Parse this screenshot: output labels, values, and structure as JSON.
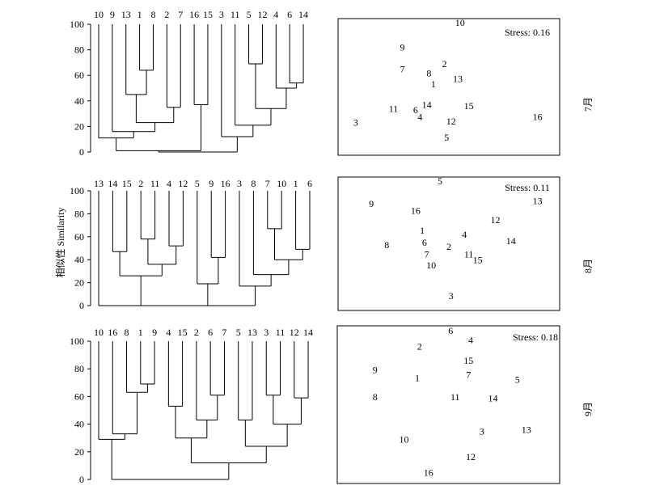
{
  "shared_ylabel": "相似性 Similarity",
  "chart_data": [
    {
      "type": "dendrogram",
      "month": "7月",
      "ylim": [
        0,
        100
      ],
      "yticks": [
        "0",
        "20",
        "40",
        "60",
        "80",
        "100"
      ],
      "leaves": [
        "10",
        "9",
        "13",
        "1",
        "8",
        "2",
        "7",
        "16",
        "15",
        "3",
        "11",
        "5",
        "12",
        "4",
        "6",
        "14"
      ],
      "merges": [
        {
          "left": "l:3",
          "right": "l:4",
          "height": 64
        },
        {
          "left": "l:2",
          "right": "n:0",
          "height": 45
        },
        {
          "left": "l:5",
          "right": "l:6",
          "height": 35
        },
        {
          "left": "n:1",
          "right": "n:2",
          "height": 23
        },
        {
          "left": "l:1",
          "right": "n:3",
          "height": 16
        },
        {
          "left": "l:0",
          "right": "n:4",
          "height": 11
        },
        {
          "left": "l:7",
          "right": "l:8",
          "height": 37
        },
        {
          "left": "l:14",
          "right": "l:15",
          "height": 54
        },
        {
          "left": "l:13",
          "right": "n:7",
          "height": 50
        },
        {
          "left": "l:11",
          "right": "l:12",
          "height": 69
        },
        {
          "left": "n:9",
          "right": "n:8",
          "height": 34
        },
        {
          "left": "l:10",
          "right": "n:10",
          "height": 21
        },
        {
          "left": "l:9",
          "right": "n:11",
          "height": 12
        },
        {
          "left": "n:5",
          "right": "n:6",
          "height": 1
        },
        {
          "left": "n:13",
          "right": "n:12",
          "height": 0
        }
      ]
    },
    {
      "type": "scatter",
      "month": "7月",
      "stress": "Stress: 0.16",
      "points": [
        {
          "label": "10",
          "x": 0.55,
          "y": 0.03
        },
        {
          "label": "9",
          "x": 0.29,
          "y": 0.21
        },
        {
          "label": "7",
          "x": 0.29,
          "y": 0.37
        },
        {
          "label": "2",
          "x": 0.48,
          "y": 0.33
        },
        {
          "label": "8",
          "x": 0.41,
          "y": 0.4
        },
        {
          "label": "13",
          "x": 0.54,
          "y": 0.44
        },
        {
          "label": "1",
          "x": 0.43,
          "y": 0.48
        },
        {
          "label": "15",
          "x": 0.59,
          "y": 0.64
        },
        {
          "label": "14",
          "x": 0.4,
          "y": 0.63
        },
        {
          "label": "11",
          "x": 0.25,
          "y": 0.66
        },
        {
          "label": "6",
          "x": 0.35,
          "y": 0.67
        },
        {
          "label": "4",
          "x": 0.37,
          "y": 0.72
        },
        {
          "label": "12",
          "x": 0.51,
          "y": 0.75
        },
        {
          "label": "16",
          "x": 0.9,
          "y": 0.72
        },
        {
          "label": "3",
          "x": 0.08,
          "y": 0.76
        },
        {
          "label": "5",
          "x": 0.49,
          "y": 0.87
        }
      ]
    },
    {
      "type": "dendrogram",
      "month": "8月",
      "ylim": [
        0,
        100
      ],
      "yticks": [
        "0",
        "20",
        "40",
        "60",
        "80",
        "100"
      ],
      "leaves": [
        "13",
        "14",
        "15",
        "2",
        "11",
        "4",
        "12",
        "5",
        "9",
        "16",
        "3",
        "8",
        "7",
        "10",
        "1",
        "6"
      ],
      "merges": [
        {
          "left": "l:1",
          "right": "l:2",
          "height": 47
        },
        {
          "left": "l:3",
          "right": "l:4",
          "height": 58
        },
        {
          "left": "l:5",
          "right": "l:6",
          "height": 52
        },
        {
          "left": "n:1",
          "right": "n:2",
          "height": 36
        },
        {
          "left": "n:0",
          "right": "n:3",
          "height": 26
        },
        {
          "left": "l:0",
          "right": "n:4",
          "height": 0
        },
        {
          "left": "l:8",
          "right": "l:9",
          "height": 42
        },
        {
          "left": "l:7",
          "right": "n:6",
          "height": 19
        },
        {
          "left": "l:12",
          "right": "l:13",
          "height": 67
        },
        {
          "left": "l:14",
          "right": "l:15",
          "height": 49
        },
        {
          "left": "n:8",
          "right": "n:9",
          "height": 40
        },
        {
          "left": "l:11",
          "right": "n:10",
          "height": 27
        },
        {
          "left": "l:10",
          "right": "n:11",
          "height": 17
        },
        {
          "left": "n:5",
          "right": "n:7",
          "height": 0
        },
        {
          "left": "n:13",
          "right": "n:12",
          "height": 0
        }
      ]
    },
    {
      "type": "scatter",
      "month": "8月",
      "stress": "Stress: 0.11",
      "points": [
        {
          "label": "5",
          "x": 0.46,
          "y": 0.03
        },
        {
          "label": "13",
          "x": 0.9,
          "y": 0.18
        },
        {
          "label": "9",
          "x": 0.15,
          "y": 0.2
        },
        {
          "label": "16",
          "x": 0.35,
          "y": 0.25
        },
        {
          "label": "12",
          "x": 0.71,
          "y": 0.32
        },
        {
          "label": "1",
          "x": 0.38,
          "y": 0.4
        },
        {
          "label": "4",
          "x": 0.57,
          "y": 0.43
        },
        {
          "label": "14",
          "x": 0.78,
          "y": 0.48
        },
        {
          "label": "6",
          "x": 0.39,
          "y": 0.49
        },
        {
          "label": "8",
          "x": 0.22,
          "y": 0.51
        },
        {
          "label": "2",
          "x": 0.5,
          "y": 0.52
        },
        {
          "label": "11",
          "x": 0.59,
          "y": 0.58
        },
        {
          "label": "7",
          "x": 0.4,
          "y": 0.58
        },
        {
          "label": "15",
          "x": 0.63,
          "y": 0.62
        },
        {
          "label": "10",
          "x": 0.42,
          "y": 0.66
        },
        {
          "label": "3",
          "x": 0.51,
          "y": 0.89
        }
      ]
    },
    {
      "type": "dendrogram",
      "month": "9月",
      "ylim": [
        0,
        100
      ],
      "yticks": [
        "0",
        "20",
        "40",
        "60",
        "80",
        "100"
      ],
      "leaves": [
        "10",
        "16",
        "8",
        "1",
        "9",
        "4",
        "15",
        "2",
        "6",
        "7",
        "5",
        "13",
        "3",
        "11",
        "12",
        "14"
      ],
      "merges": [
        {
          "left": "l:3",
          "right": "l:4",
          "height": 69
        },
        {
          "left": "l:2",
          "right": "n:0",
          "height": 63
        },
        {
          "left": "l:1",
          "right": "n:1",
          "height": 33
        },
        {
          "left": "l:0",
          "right": "n:2",
          "height": 29
        },
        {
          "left": "l:5",
          "right": "l:6",
          "height": 53
        },
        {
          "left": "l:8",
          "right": "l:9",
          "height": 61
        },
        {
          "left": "l:7",
          "right": "n:5",
          "height": 43
        },
        {
          "left": "n:4",
          "right": "n:6",
          "height": 30
        },
        {
          "left": "l:12",
          "right": "l:13",
          "height": 61
        },
        {
          "left": "l:14",
          "right": "l:15",
          "height": 59
        },
        {
          "left": "n:8",
          "right": "n:9",
          "height": 40
        },
        {
          "left": "l:10",
          "right": "l:11",
          "height": 43
        },
        {
          "left": "n:11",
          "right": "n:10",
          "height": 24
        },
        {
          "left": "n:7",
          "right": "n:12",
          "height": 12
        },
        {
          "left": "n:3",
          "right": "n:13",
          "height": 0
        }
      ]
    },
    {
      "type": "scatter",
      "month": "9月",
      "stress": "Stress: 0.18",
      "points": [
        {
          "label": "6",
          "x": 0.51,
          "y": 0.03
        },
        {
          "label": "4",
          "x": 0.6,
          "y": 0.09
        },
        {
          "label": "2",
          "x": 0.37,
          "y": 0.13
        },
        {
          "label": "15",
          "x": 0.59,
          "y": 0.22
        },
        {
          "label": "9",
          "x": 0.17,
          "y": 0.28
        },
        {
          "label": "7",
          "x": 0.59,
          "y": 0.31
        },
        {
          "label": "1",
          "x": 0.36,
          "y": 0.33
        },
        {
          "label": "5",
          "x": 0.81,
          "y": 0.34
        },
        {
          "label": "8",
          "x": 0.17,
          "y": 0.45
        },
        {
          "label": "11",
          "x": 0.53,
          "y": 0.45
        },
        {
          "label": "14",
          "x": 0.7,
          "y": 0.46
        },
        {
          "label": "13",
          "x": 0.85,
          "y": 0.66
        },
        {
          "label": "3",
          "x": 0.65,
          "y": 0.67
        },
        {
          "label": "10",
          "x": 0.3,
          "y": 0.72
        },
        {
          "label": "12",
          "x": 0.6,
          "y": 0.83
        },
        {
          "label": "16",
          "x": 0.41,
          "y": 0.93
        }
      ]
    }
  ]
}
